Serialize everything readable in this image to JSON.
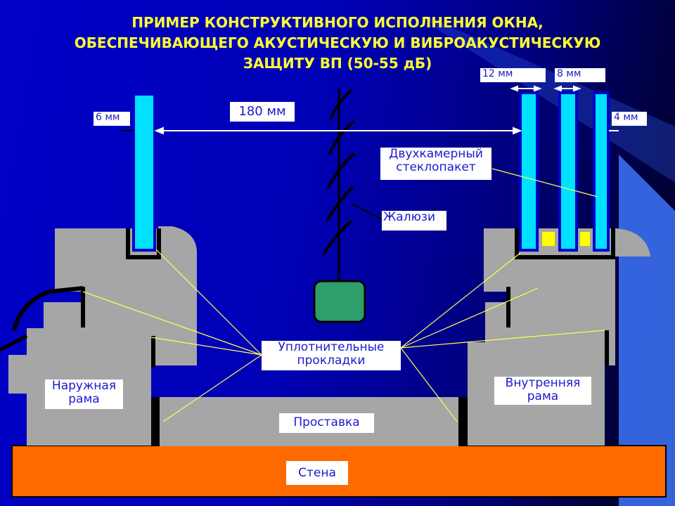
{
  "title": {
    "line1": "ПРИМЕР КОНСТРУКТИВНОГО ИСПОЛНЕНИЯ ОКНА,",
    "line2": "ОБЕСПЕЧИВАЮЩЕГО АКУСТИЧЕСКУЮ И ВИБРОАКУСТИЧЕСКУЮ",
    "line3": "ЗАЩИТУ ВП (50-55 дБ)"
  },
  "labels": {
    "dim_12": "12 мм",
    "dim_8": "8 мм",
    "dim_6": "6 мм",
    "dim_4": "4 мм",
    "dim_180": "180 мм",
    "glass_unit": "Двухкамерный стеклопакет",
    "blinds": "Жалюзи",
    "seals": "Уплотнительные прокладки",
    "outer_frame": "Наружная рама",
    "inner_frame": "Внутренняя рама",
    "spacer": "Проставка",
    "wall": "Стена"
  },
  "colors": {
    "background": "#0000c8",
    "frame_gray": "#a6a6a6",
    "glass_cyan": "#00e0ff",
    "wall_orange": "#ff6a00",
    "weight_green": "#2e9e6a",
    "spacer_yellow": "#ffff00",
    "title_yellow": "#ffff33",
    "leader_yellow": "#ffff55"
  }
}
